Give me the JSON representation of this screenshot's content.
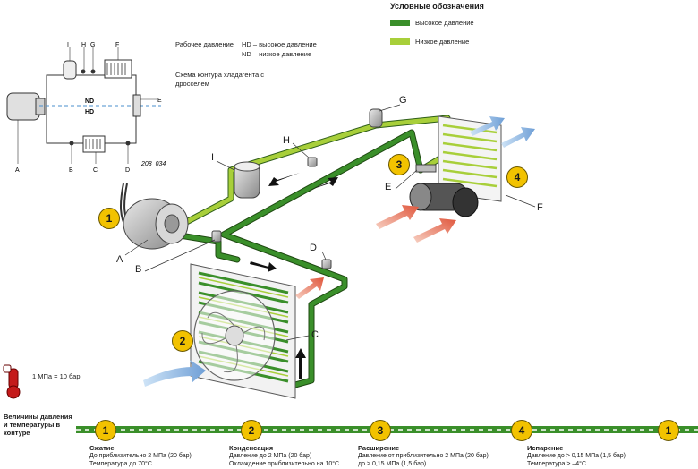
{
  "legend": {
    "title": "Условные обозначения",
    "high": {
      "label": "Высокое давление",
      "color": "#3a8f2a"
    },
    "low": {
      "label": "Низкое давление",
      "color": "#a8cf3a"
    }
  },
  "pressure_note": {
    "line1": "Рабочее давление",
    "hd": "HD – высокое давление",
    "nd": "ND – низкое давление"
  },
  "schema_note": "Схема контура хладагента с дросселем",
  "schema": {
    "nd": "ND",
    "hd": "HD",
    "code": "208_034",
    "letters": {
      "I": "I",
      "H": "H",
      "G": "G",
      "F": "F",
      "E": "E",
      "A": "A",
      "B": "B",
      "C": "C",
      "D": "D"
    }
  },
  "labels": {
    "A": "A",
    "B": "B",
    "C": "C",
    "D": "D",
    "E": "E",
    "F": "F",
    "G": "G",
    "H": "H",
    "I": "I"
  },
  "badges": {
    "b1": "1",
    "b2": "2",
    "b3": "3",
    "b4": "4"
  },
  "unit_note": "1 МПа = 10 бар",
  "bottom_title": "Величины давления и температуры в контуре",
  "stages": [
    {
      "num": "1",
      "title": "Сжатие",
      "l1": "До приблизительно 2 МПа (20 бар)",
      "l2": "Температура до 70°C"
    },
    {
      "num": "2",
      "title": "Конденсация",
      "l1": "Давление до 2 МПа (20 бар)",
      "l2": "Охлаждение приблизительно на 10°C"
    },
    {
      "num": "3",
      "title": "Расширение",
      "l1": "Давление от приблизительно 2 МПа (20 бар)",
      "l2": "до > 0,15 МПа (1,5 бар)"
    },
    {
      "num": "4",
      "title": "Испарение",
      "l1": "Давление до > 0,15 МПа (1,5 бар)",
      "l2": "Температура > –4°C"
    },
    {
      "num": "1"
    }
  ]
}
